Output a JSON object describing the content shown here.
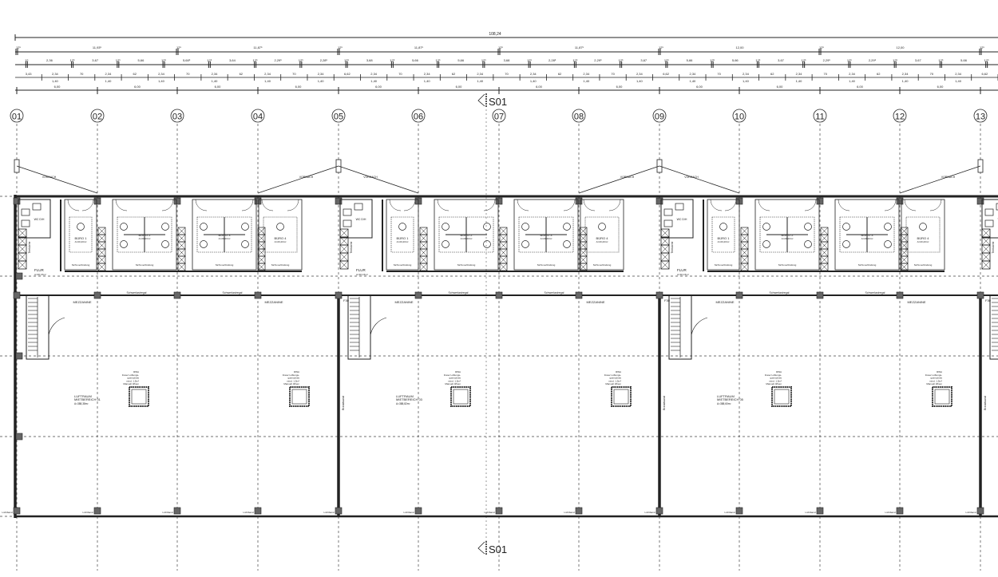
{
  "dims": {
    "total": "108,24",
    "row2": [
      "11,93⁵",
      "11,87⁵",
      "11,87⁵",
      "11,87⁵",
      "12,00",
      "12,00"
    ],
    "row2_tick": "12⁵",
    "row3": [
      "12",
      "2,36",
      "12⁵",
      "3,67",
      "12⁵",
      "5,66",
      "12⁵",
      "5,68⁵",
      "12⁵",
      "3,64",
      "12⁵",
      "2,29⁵",
      "12⁵",
      "2,28⁵",
      "12⁵",
      "3,68",
      "12⁵",
      "5,66",
      "12⁵",
      "5,66",
      "12⁵",
      "3,68",
      "12⁵",
      "2,28⁵",
      "12⁵",
      "2,29⁵",
      "12⁵",
      "3,67",
      "12⁵",
      "5,66",
      "12⁵",
      "5,66",
      "12⁵",
      "3,67",
      "12⁵",
      "2,29⁵",
      "12⁵",
      "2,29⁵",
      "12⁵",
      "3,67",
      "12⁵",
      "5,66",
      "12⁵"
    ],
    "row4": [
      "3,43",
      "2,34",
      "70",
      "2,34",
      "62",
      "2,34",
      "70",
      "2,34",
      "62",
      "2,34",
      "70",
      "2,34",
      "6,62",
      "2,34",
      "70",
      "2,34",
      "62",
      "2,34",
      "70",
      "2,34",
      "62",
      "2,34",
      "70",
      "2,34",
      "6,62",
      "2,34",
      "70",
      "2,34",
      "62",
      "2,34",
      "70",
      "2,34",
      "62",
      "2,34",
      "70",
      "2,34",
      "6,62"
    ],
    "row4_sub": "1,40",
    "row5": "6,00"
  },
  "axes": [
    "01",
    "02",
    "03",
    "04",
    "05",
    "06",
    "07",
    "08",
    "09",
    "10",
    "11",
    "12",
    "13"
  ],
  "section": "S01",
  "rooms": {
    "vordach": "VORDACH",
    "wc": "WC D/H",
    "buero": [
      "BÜRO 1",
      "BÜRO 2",
      "BÜRO 3",
      "BÜRO 4"
    ],
    "buero_area": "A=20,20m²",
    "sicht": "Sicht-verbindung",
    "flur": "FLUR",
    "flur_area": "A=46,15m²",
    "teekueche": "Teeküche",
    "mezzanine": "MEZZANINE",
    "schwerlast": "Schwerlastregal",
    "rwa": [
      "RWA",
      "Freier Lüftungs-",
      "querschnitt",
      "mind. 1,5m²",
      "Manuell öffnen"
    ],
    "fire": "F30",
    "lichtband": "Lichtband",
    "brandwand": "Brandwand"
  },
  "units": [
    {
      "name": "LUFTRAUM",
      "sub": "MIETBEREICH 01",
      "area": "A=388,38m²"
    },
    {
      "name": "LUFTRAUM",
      "sub": "MIETBEREICH 03",
      "area": "A=388,82m²"
    },
    {
      "name": "LUFTRAUM",
      "sub": "MIETBEREICH 05",
      "area": "A=388,60m²"
    }
  ]
}
